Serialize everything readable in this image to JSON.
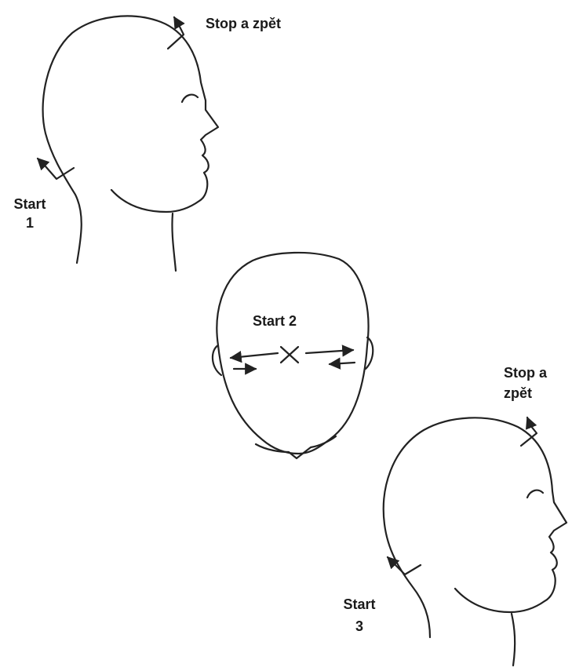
{
  "labels": {
    "stop1": "Stop a zpět",
    "start1_word": "Start",
    "start1_num": "1",
    "start2": "Start  2",
    "stop3_line1": "Stop a",
    "stop3_line2": "zpět",
    "start3_word": "Start",
    "start3_num": "3"
  },
  "colors": {
    "ink": "#222222",
    "background": "#ffffff"
  }
}
